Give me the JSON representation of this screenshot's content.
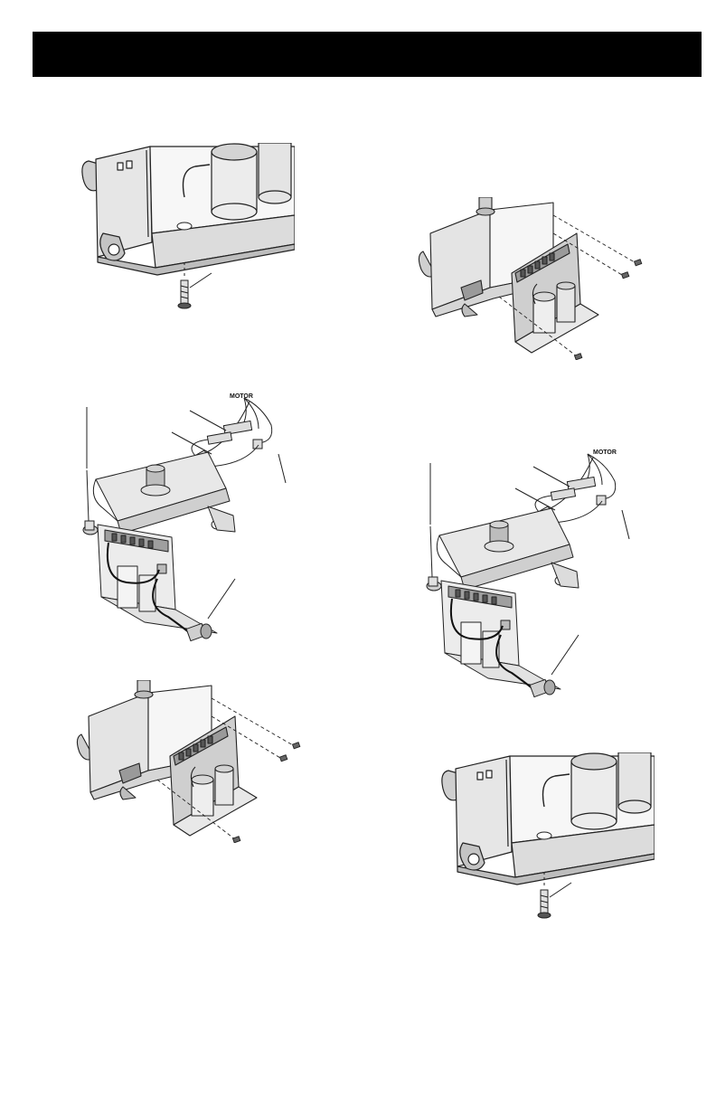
{
  "header": {
    "title": "",
    "background": "#000000"
  },
  "figures": [
    {
      "id": "remove-screw-left",
      "labels": []
    },
    {
      "id": "board-exploded-right",
      "labels": []
    },
    {
      "id": "wiring-left",
      "labels": [
        "MOTOR"
      ]
    },
    {
      "id": "wiring-right",
      "labels": [
        "MOTOR"
      ]
    },
    {
      "id": "board-exploded-left",
      "labels": []
    },
    {
      "id": "remove-screw-right",
      "labels": []
    }
  ]
}
